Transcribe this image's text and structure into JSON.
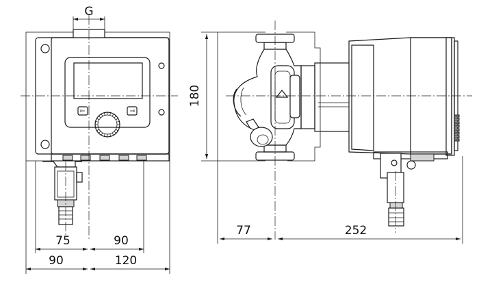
{
  "dimensions": {
    "connection_thread": "G",
    "front_height": "180",
    "side_left_width": "77",
    "side_total_width": "252",
    "front_base_left": "75",
    "front_base_right": "90",
    "front_total_left": "90",
    "front_total_right": "120"
  }
}
